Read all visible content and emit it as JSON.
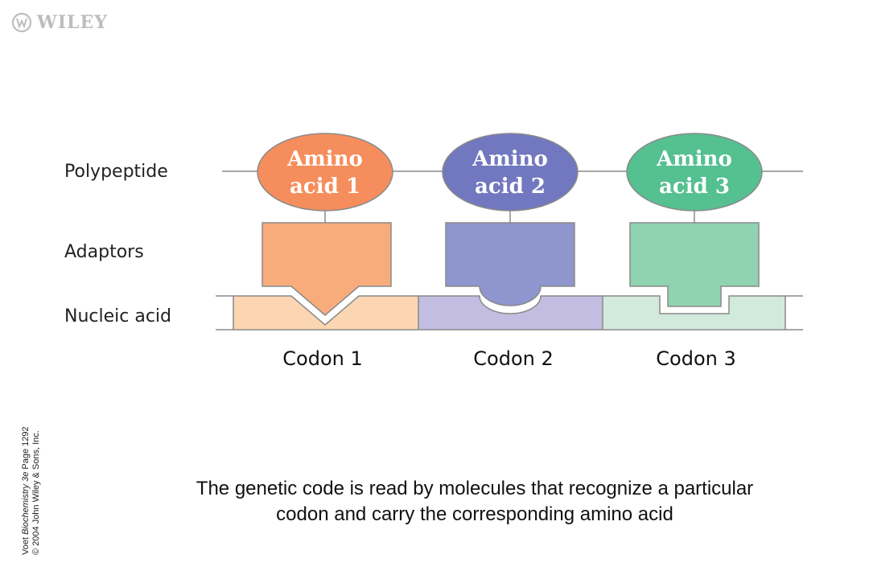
{
  "logo": {
    "text": "WILEY",
    "icon": "wiley-emblem-icon"
  },
  "rows": {
    "polypeptide": "Polypeptide",
    "adaptors": "Adaptors",
    "nucleic_acid": "Nucleic acid"
  },
  "units": [
    {
      "amino_line1": "Amino",
      "amino_line2": "acid 1",
      "codon": "Codon 1",
      "colors": {
        "circle": "#f58e5c",
        "adaptor": "#f8ac7b",
        "nucleic": "#fcd6b2"
      },
      "shape": "v-notch"
    },
    {
      "amino_line1": "Amino",
      "amino_line2": "acid 2",
      "codon": "Codon 2",
      "colors": {
        "circle": "#7178bf",
        "adaptor": "#8e96cd",
        "nucleic": "#c2bde1"
      },
      "shape": "round-notch"
    },
    {
      "amino_line1": "Amino",
      "amino_line2": "acid 3",
      "codon": "Codon 3",
      "colors": {
        "circle": "#55c090",
        "adaptor": "#90d3b1",
        "nucleic": "#d2eadc"
      },
      "shape": "square-notch"
    }
  ],
  "credit": {
    "line1_pre": "Voet ",
    "line1_book": "Biochemistry 3e",
    "line1_post": "   Page 1292",
    "line2": "© 2004  John Wiley & Sons, Inc."
  },
  "caption": {
    "line1": "The genetic code is read by molecules that recognize a particular",
    "line2": "codon and carry the corresponding amino acid"
  }
}
